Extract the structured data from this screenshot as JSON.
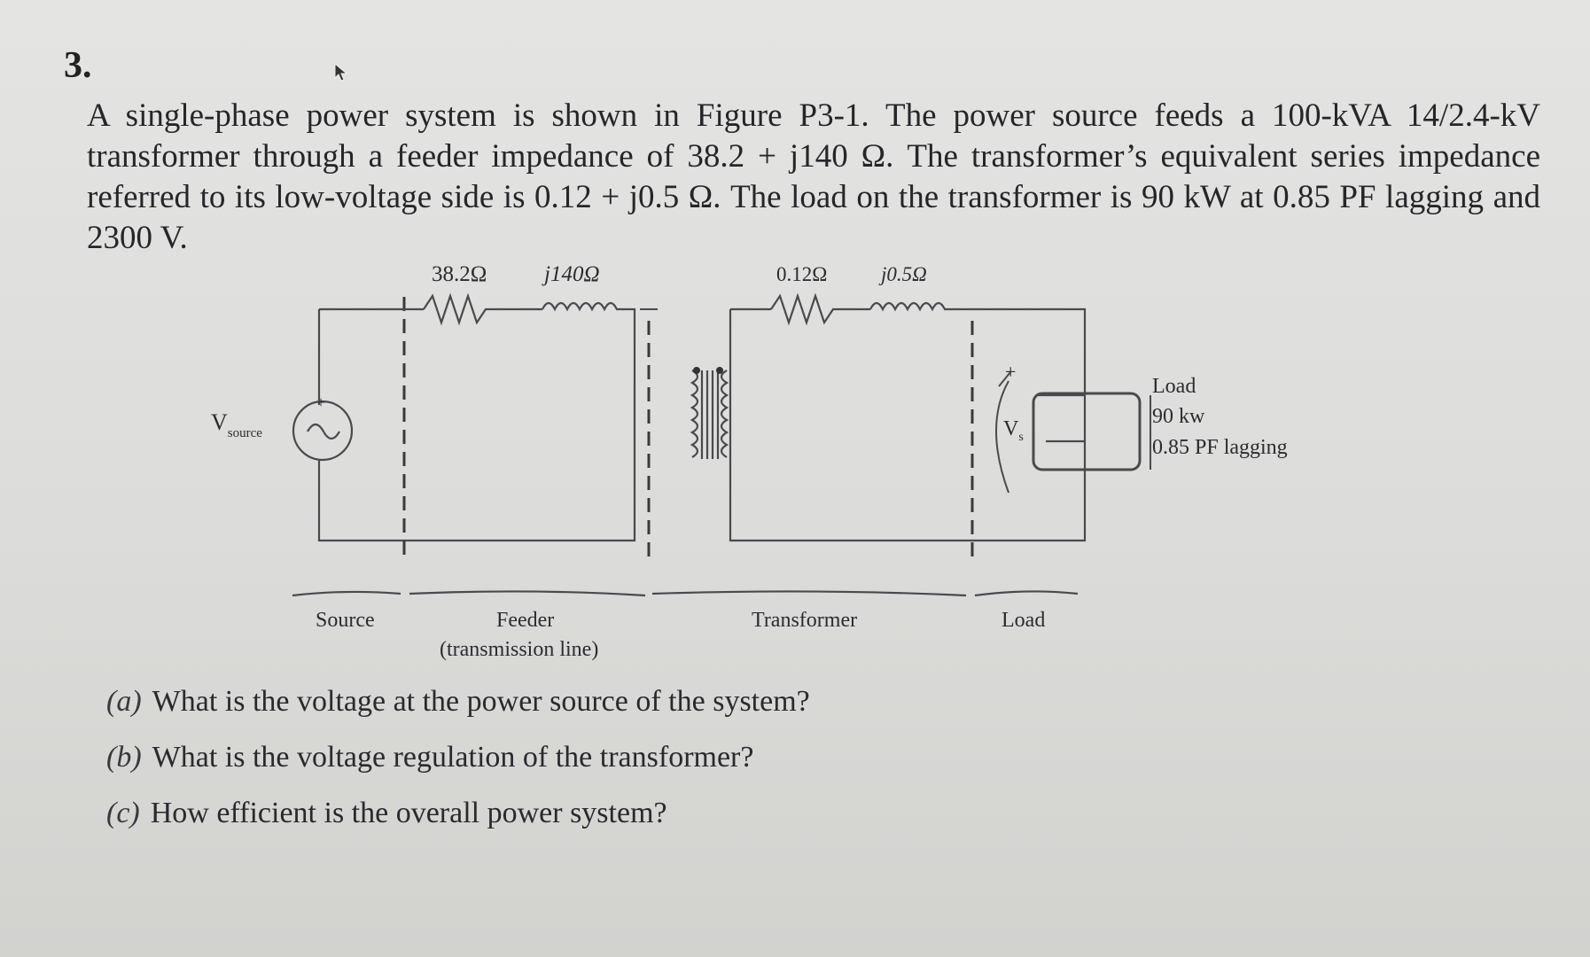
{
  "problem": {
    "number": "3.",
    "text": "A single-phase power system is shown in Figure P3-1.  The power source feeds a 100-kVA 14/2.4-kV transformer through a feeder impedance of 38.2 + j140 Ω.  The transformer’s equivalent series impedance referred to its low-voltage side is 0.12 + j0.5 Ω.  The load on the transformer is 90 kW at 0.85 PF lagging and 2300 V."
  },
  "figure": {
    "feeder_r": "38.2Ω",
    "feeder_x": "j140Ω",
    "xfmr_r": "0.12Ω",
    "xfmr_x": "j0.5Ω",
    "source_label_main": "V",
    "source_label_sub": "source",
    "vs_label_main": "V",
    "vs_label_sub": "s",
    "plus_sign": "+",
    "load_box": {
      "line1": "Load",
      "line2": "90 kw",
      "line3": "0.85 PF lagging"
    },
    "sections": {
      "source": "Source",
      "feeder_line1": "Feeder",
      "feeder_line2": "(transmission line)",
      "transformer": "Transformer",
      "load": "Load"
    }
  },
  "questions": [
    {
      "label": "(a)",
      "text": "What is the voltage at the power source of the system?"
    },
    {
      "label": "(b)",
      "text": "What is the voltage regulation of the transformer?"
    },
    {
      "label": "(c)",
      "text": "How efficient is the overall power system?"
    }
  ]
}
